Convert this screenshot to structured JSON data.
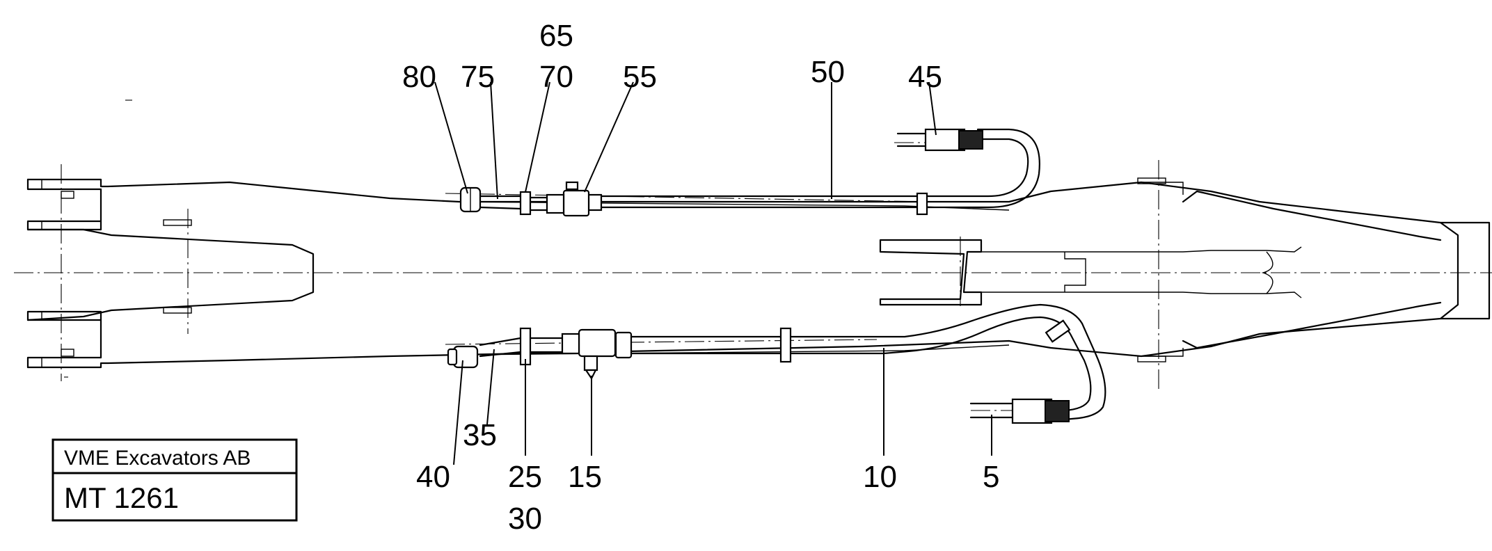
{
  "callouts": {
    "c80": "80",
    "c75": "75",
    "c65": "65",
    "c70": "70",
    "c55": "55",
    "c50": "50",
    "c45": "45",
    "c40": "40",
    "c35": "35",
    "c25": "25",
    "c30": "30",
    "c15": "15",
    "c10": "10",
    "c5": "5"
  },
  "title_block": {
    "company": "VME Excavators AB",
    "code": "MT 1261"
  }
}
